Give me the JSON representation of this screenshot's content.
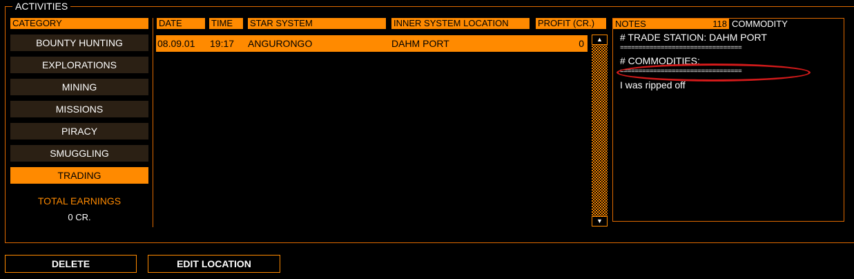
{
  "section_title": "ACTIVITIES",
  "category": {
    "header": "CATEGORY",
    "items": [
      {
        "label": "BOUNTY HUNTING"
      },
      {
        "label": "EXPLORATIONS"
      },
      {
        "label": "MINING"
      },
      {
        "label": "MISSIONS"
      },
      {
        "label": "PIRACY"
      },
      {
        "label": "SMUGGLING"
      },
      {
        "label": "TRADING",
        "active": true
      }
    ],
    "total_label": "TOTAL EARNINGS",
    "total_value": "0 CR."
  },
  "table": {
    "columns": [
      "DATE",
      "TIME",
      "STAR SYSTEM",
      "INNER SYSTEM LOCATION",
      "PROFIT (CR.)"
    ],
    "rows": [
      {
        "date": "08.09.01",
        "time": "19:17",
        "star_system": "ANGURONGO",
        "location": "DAHM PORT",
        "profit": "0"
      }
    ]
  },
  "scrollbar": {
    "up_glyph": "▲",
    "down_glyph": "▼"
  },
  "notes": {
    "header": "NOTES",
    "count": "118",
    "commodity_header": "COMMODITY",
    "lines": [
      "# TRADE STATION: DAHM PORT",
      "=================================",
      "# COMMODITIES:",
      "=================================",
      "I was ripped off"
    ]
  },
  "buttons": {
    "delete": "DELETE",
    "edit_location": "EDIT LOCATION"
  },
  "colors": {
    "accent": "#ff8a00",
    "border": "#e06a00",
    "inactive_item": "#2b2014",
    "annotation": "#d21a1a"
  }
}
